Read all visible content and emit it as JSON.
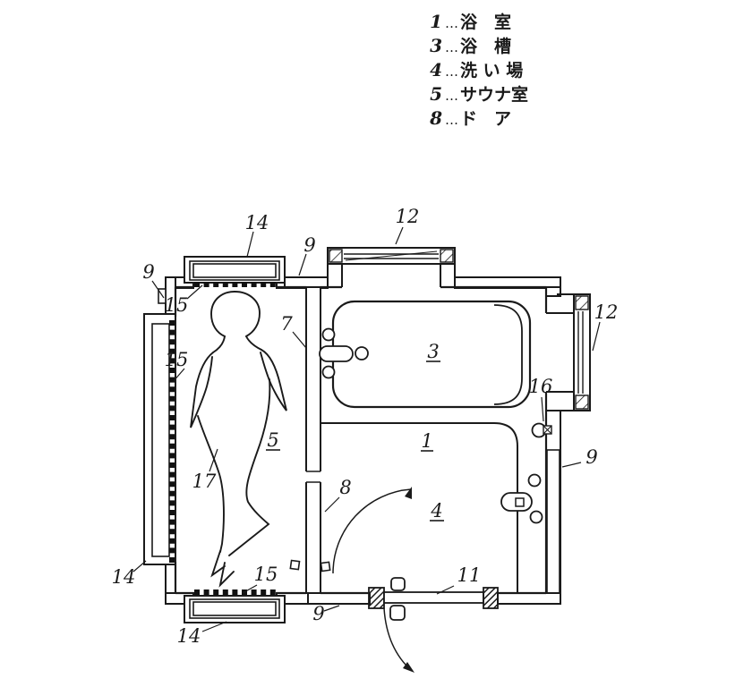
{
  "title": "Patent floor plan of bathroom with sauna",
  "colors": {
    "ink": "#1a1a1a",
    "paper": "#ffffff"
  },
  "legend": {
    "items": [
      {
        "num": "1",
        "sep": "…",
        "term": "浴　室"
      },
      {
        "num": "3",
        "sep": "…",
        "term": "浴　槽"
      },
      {
        "num": "4",
        "sep": "…",
        "term": "洗 い 場"
      },
      {
        "num": "5",
        "sep": "…",
        "term": "サウナ室"
      },
      {
        "num": "8",
        "sep": "…",
        "term": "ド　ア"
      }
    ]
  },
  "plan": {
    "labels": [
      {
        "text": "14"
      },
      {
        "text": "12"
      },
      {
        "text": "9"
      },
      {
        "text": "9"
      },
      {
        "text": "15"
      },
      {
        "text": "15"
      },
      {
        "text": "7"
      },
      {
        "text": "3"
      },
      {
        "text": "16"
      },
      {
        "text": "12"
      },
      {
        "text": "9"
      },
      {
        "text": "5"
      },
      {
        "text": "17"
      },
      {
        "text": "1"
      },
      {
        "text": "8"
      },
      {
        "text": "4"
      },
      {
        "text": "11"
      },
      {
        "text": "9"
      },
      {
        "text": "14"
      },
      {
        "text": "14"
      },
      {
        "text": "15"
      }
    ]
  }
}
